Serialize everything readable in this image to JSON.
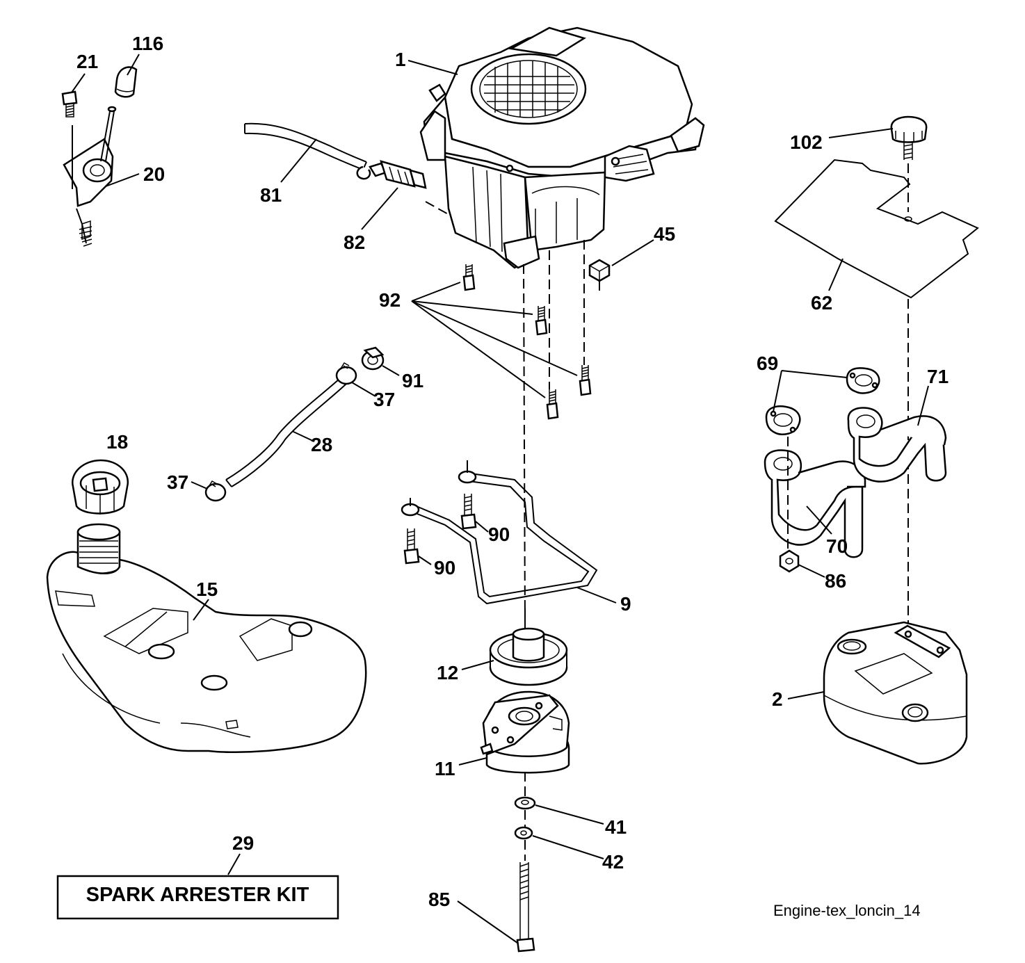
{
  "parts": [
    {
      "id": "1",
      "text": "1"
    },
    {
      "id": "2",
      "text": "2"
    },
    {
      "id": "9",
      "text": "9"
    },
    {
      "id": "11",
      "text": "11"
    },
    {
      "id": "12",
      "text": "12"
    },
    {
      "id": "15",
      "text": "15"
    },
    {
      "id": "18",
      "text": "18"
    },
    {
      "id": "20",
      "text": "20"
    },
    {
      "id": "21",
      "text": "21"
    },
    {
      "id": "28",
      "text": "28"
    },
    {
      "id": "29",
      "text": "29"
    },
    {
      "id": "37a",
      "text": "37"
    },
    {
      "id": "37b",
      "text": "37"
    },
    {
      "id": "41",
      "text": "41"
    },
    {
      "id": "42",
      "text": "42"
    },
    {
      "id": "45",
      "text": "45"
    },
    {
      "id": "62",
      "text": "62"
    },
    {
      "id": "69",
      "text": "69"
    },
    {
      "id": "70",
      "text": "70"
    },
    {
      "id": "71",
      "text": "71"
    },
    {
      "id": "81",
      "text": "81"
    },
    {
      "id": "82",
      "text": "82"
    },
    {
      "id": "85",
      "text": "85"
    },
    {
      "id": "86",
      "text": "86"
    },
    {
      "id": "90a",
      "text": "90"
    },
    {
      "id": "90b",
      "text": "90"
    },
    {
      "id": "91",
      "text": "91"
    },
    {
      "id": "92",
      "text": "92"
    },
    {
      "id": "102",
      "text": "102"
    },
    {
      "id": "116",
      "text": "116"
    }
  ],
  "kit_box": {
    "label": "SPARK ARRESTER KIT"
  },
  "file_name": "Engine-tex_loncin_14",
  "colors": {
    "ink": "#000000",
    "paper": "#ffffff"
  }
}
